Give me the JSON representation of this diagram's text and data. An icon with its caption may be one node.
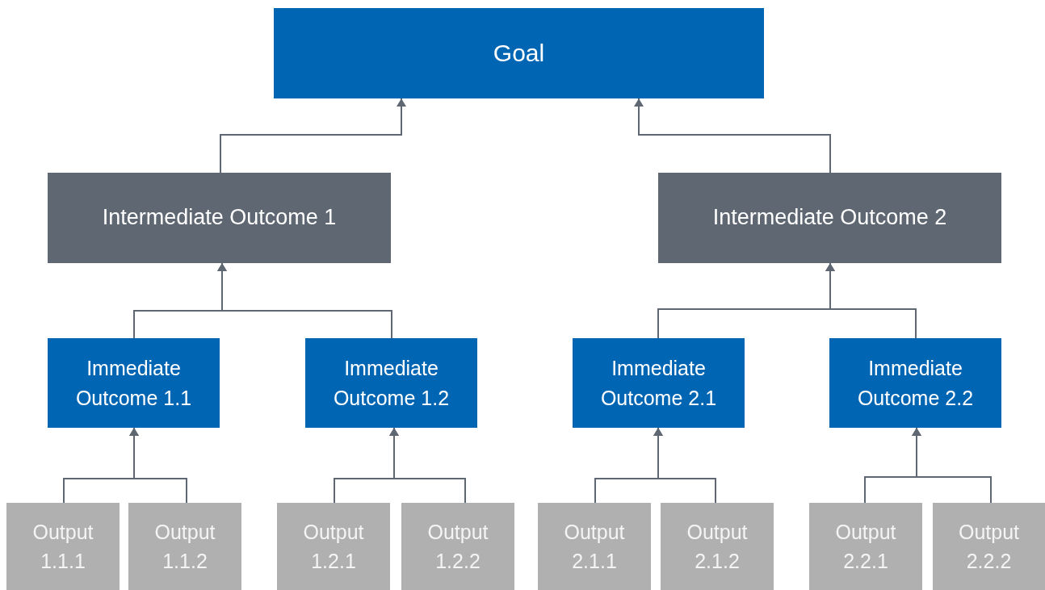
{
  "diagram": {
    "nodes": [
      {
        "text": [
          "Goal"
        ]
      },
      {
        "text": [
          "Intermediate Outcome 1"
        ]
      },
      {
        "text": [
          "Intermediate Outcome 2"
        ]
      },
      {
        "text": [
          "Immediate Outcome 1.1"
        ]
      },
      {
        "text": [
          "Immediate Outcome 1.2"
        ]
      },
      {
        "text": [
          "Immediate Outcome 2.1"
        ]
      },
      {
        "text": [
          "Immediate Outcome 2.2"
        ]
      },
      {
        "text": [
          "Output 1.1.1"
        ]
      },
      {
        "text": [
          "Output 1.1.2"
        ]
      },
      {
        "text": [
          "Output 1.2.1"
        ]
      },
      {
        "text": [
          "Output 1.2.2"
        ]
      },
      {
        "text": [
          "Output 2.1.1"
        ]
      },
      {
        "text": [
          "Output 2.1.2"
        ]
      },
      {
        "text": [
          "Output 2.2.1"
        ]
      },
      {
        "text": [
          "Output 2.2.2"
        ]
      }
    ],
    "edges": [
      {
        "from": 1,
        "to": 0,
        "arrow": "to"
      },
      {
        "from": 2,
        "to": 0,
        "arrow": "to"
      },
      {
        "from": 3,
        "to": 1,
        "arrow": "to"
      },
      {
        "from": 4,
        "to": 1,
        "arrow": "to"
      },
      {
        "from": 5,
        "to": 2,
        "arrow": "to"
      },
      {
        "from": 6,
        "to": 2,
        "arrow": "to"
      },
      {
        "from": 7,
        "to": 3,
        "arrow": "to"
      },
      {
        "from": 8,
        "to": 3,
        "arrow": "to"
      },
      {
        "from": 9,
        "to": 4,
        "arrow": "to"
      },
      {
        "from": 10,
        "to": 4,
        "arrow": "to"
      },
      {
        "from": 11,
        "to": 5,
        "arrow": "to"
      },
      {
        "from": 12,
        "to": 5,
        "arrow": "to"
      },
      {
        "from": 13,
        "to": 6,
        "arrow": "to"
      },
      {
        "from": 14,
        "to": 6,
        "arrow": "to"
      }
    ]
  }
}
